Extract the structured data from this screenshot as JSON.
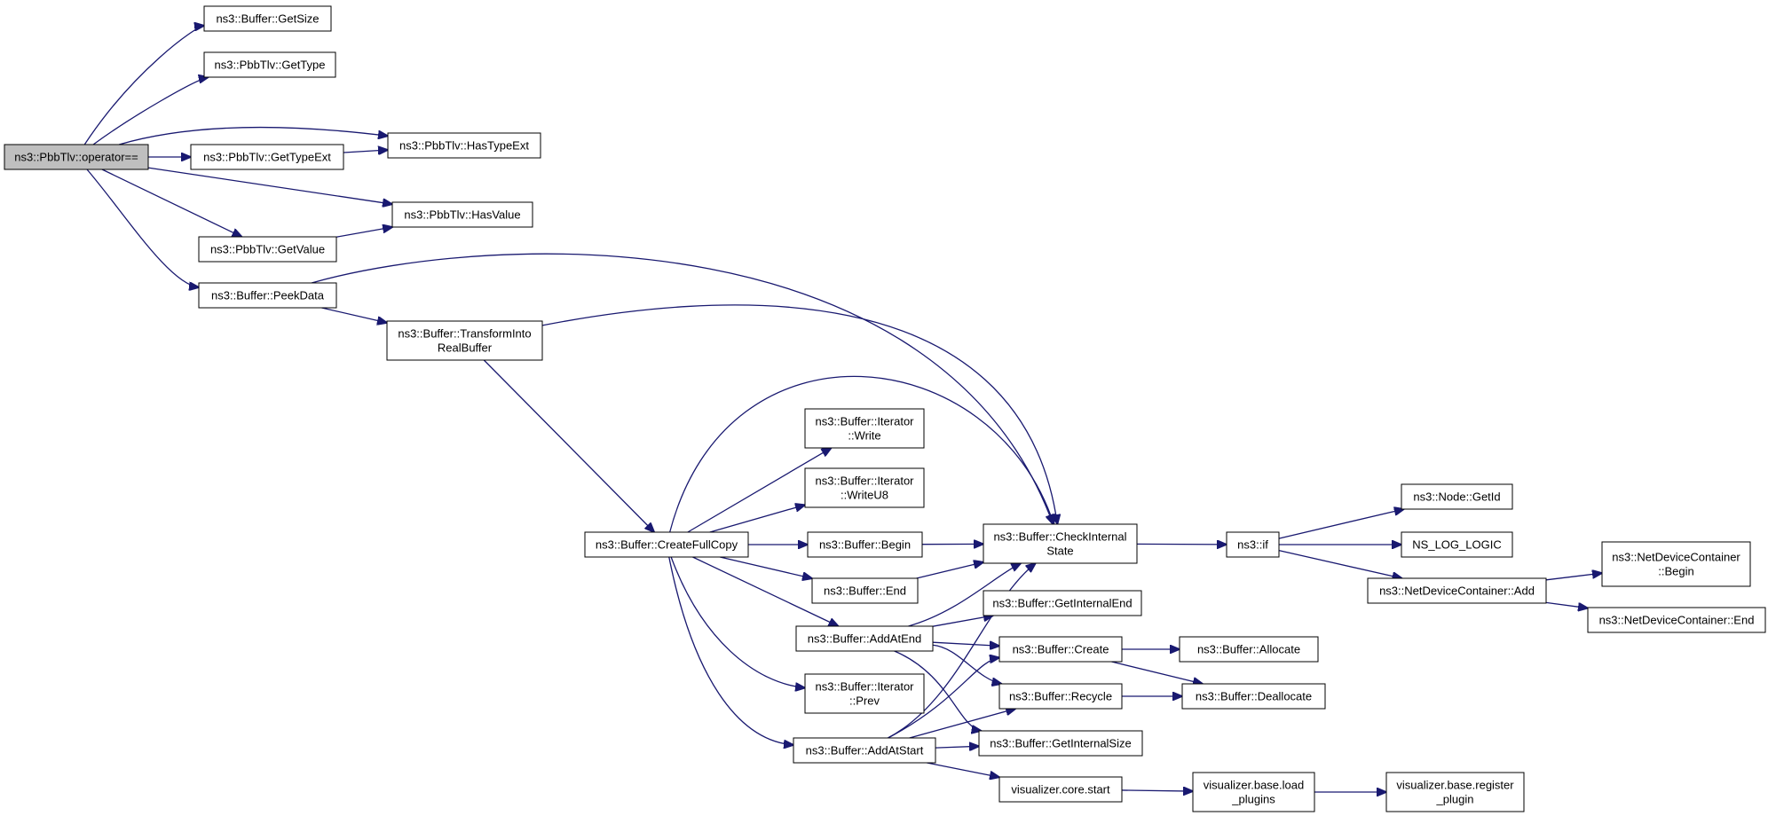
{
  "nodes": [
    {
      "id": "root",
      "lines": [
        "ns3::PbbTlv::operator=="
      ],
      "root": true
    },
    {
      "id": "getSize",
      "lines": [
        "ns3::Buffer::GetSize"
      ]
    },
    {
      "id": "getType",
      "lines": [
        "ns3::PbbTlv::GetType"
      ]
    },
    {
      "id": "getTypeExt",
      "lines": [
        "ns3::PbbTlv::GetTypeExt"
      ]
    },
    {
      "id": "hasTypeExt",
      "lines": [
        "ns3::PbbTlv::HasTypeExt"
      ]
    },
    {
      "id": "hasValue",
      "lines": [
        "ns3::PbbTlv::HasValue"
      ]
    },
    {
      "id": "getValue",
      "lines": [
        "ns3::PbbTlv::GetValue"
      ]
    },
    {
      "id": "peekData",
      "lines": [
        "ns3::Buffer::PeekData"
      ]
    },
    {
      "id": "transform",
      "lines": [
        "ns3::Buffer::TransformInto",
        "RealBuffer"
      ]
    },
    {
      "id": "createFullCopy",
      "lines": [
        "ns3::Buffer::CreateFullCopy"
      ]
    },
    {
      "id": "iterWrite",
      "lines": [
        "ns3::Buffer::Iterator",
        "::Write"
      ]
    },
    {
      "id": "iterWriteU8",
      "lines": [
        "ns3::Buffer::Iterator",
        "::WriteU8"
      ]
    },
    {
      "id": "begin",
      "lines": [
        "ns3::Buffer::Begin"
      ]
    },
    {
      "id": "end",
      "lines": [
        "ns3::Buffer::End"
      ]
    },
    {
      "id": "addAtEnd",
      "lines": [
        "ns3::Buffer::AddAtEnd"
      ]
    },
    {
      "id": "iterPrev",
      "lines": [
        "ns3::Buffer::Iterator",
        "::Prev"
      ]
    },
    {
      "id": "addAtStart",
      "lines": [
        "ns3::Buffer::AddAtStart"
      ]
    },
    {
      "id": "checkInternal",
      "lines": [
        "ns3::Buffer::CheckInternal",
        "State"
      ]
    },
    {
      "id": "getInternalEnd",
      "lines": [
        "ns3::Buffer::GetInternalEnd"
      ]
    },
    {
      "id": "create",
      "lines": [
        "ns3::Buffer::Create"
      ]
    },
    {
      "id": "recycle",
      "lines": [
        "ns3::Buffer::Recycle"
      ]
    },
    {
      "id": "getInternalSize",
      "lines": [
        "ns3::Buffer::GetInternalSize"
      ]
    },
    {
      "id": "vizCoreStart",
      "lines": [
        "visualizer.core.start"
      ]
    },
    {
      "id": "allocate",
      "lines": [
        "ns3::Buffer::Allocate"
      ]
    },
    {
      "id": "deallocate",
      "lines": [
        "ns3::Buffer::Deallocate"
      ]
    },
    {
      "id": "vizLoadPlugins",
      "lines": [
        "visualizer.base.load",
        "_plugins"
      ]
    },
    {
      "id": "vizRegisterPlugin",
      "lines": [
        "visualizer.base.register",
        "_plugin"
      ]
    },
    {
      "id": "nsIf",
      "lines": [
        "ns3::if"
      ]
    },
    {
      "id": "nodeGetId",
      "lines": [
        "ns3::Node::GetId"
      ]
    },
    {
      "id": "nsLogLogic",
      "lines": [
        "NS_LOG_LOGIC"
      ]
    },
    {
      "id": "ndcAdd",
      "lines": [
        "ns3::NetDeviceContainer::Add"
      ]
    },
    {
      "id": "ndcBegin",
      "lines": [
        "ns3::NetDeviceContainer",
        "::Begin"
      ]
    },
    {
      "id": "ndcEnd",
      "lines": [
        "ns3::NetDeviceContainer::End"
      ]
    }
  ],
  "edges": [
    [
      "root",
      "getSize"
    ],
    [
      "root",
      "getType"
    ],
    [
      "root",
      "hasTypeExt"
    ],
    [
      "root",
      "getTypeExt"
    ],
    [
      "root",
      "hasValue"
    ],
    [
      "root",
      "getValue"
    ],
    [
      "root",
      "peekData"
    ],
    [
      "getTypeExt",
      "hasTypeExt"
    ],
    [
      "getValue",
      "hasValue"
    ],
    [
      "peekData",
      "checkInternal"
    ],
    [
      "peekData",
      "transform"
    ],
    [
      "transform",
      "checkInternal"
    ],
    [
      "transform",
      "createFullCopy"
    ],
    [
      "createFullCopy",
      "checkInternal"
    ],
    [
      "createFullCopy",
      "iterWrite"
    ],
    [
      "createFullCopy",
      "iterWriteU8"
    ],
    [
      "createFullCopy",
      "begin"
    ],
    [
      "createFullCopy",
      "end"
    ],
    [
      "createFullCopy",
      "addAtEnd"
    ],
    [
      "createFullCopy",
      "iterPrev"
    ],
    [
      "createFullCopy",
      "addAtStart"
    ],
    [
      "begin",
      "checkInternal"
    ],
    [
      "end",
      "checkInternal"
    ],
    [
      "addAtEnd",
      "checkInternal"
    ],
    [
      "addAtEnd",
      "getInternalEnd"
    ],
    [
      "addAtEnd",
      "create"
    ],
    [
      "addAtEnd",
      "recycle"
    ],
    [
      "addAtEnd",
      "getInternalSize"
    ],
    [
      "addAtStart",
      "checkInternal"
    ],
    [
      "addAtStart",
      "create"
    ],
    [
      "addAtStart",
      "recycle"
    ],
    [
      "addAtStart",
      "getInternalSize"
    ],
    [
      "addAtStart",
      "vizCoreStart"
    ],
    [
      "checkInternal",
      "nsIf"
    ],
    [
      "create",
      "allocate"
    ],
    [
      "create",
      "deallocate"
    ],
    [
      "recycle",
      "deallocate"
    ],
    [
      "vizCoreStart",
      "vizLoadPlugins"
    ],
    [
      "vizLoadPlugins",
      "vizRegisterPlugin"
    ],
    [
      "nsIf",
      "nodeGetId"
    ],
    [
      "nsIf",
      "nsLogLogic"
    ],
    [
      "nsIf",
      "ndcAdd"
    ],
    [
      "ndcAdd",
      "ndcBegin"
    ],
    [
      "ndcAdd",
      "ndcEnd"
    ]
  ]
}
